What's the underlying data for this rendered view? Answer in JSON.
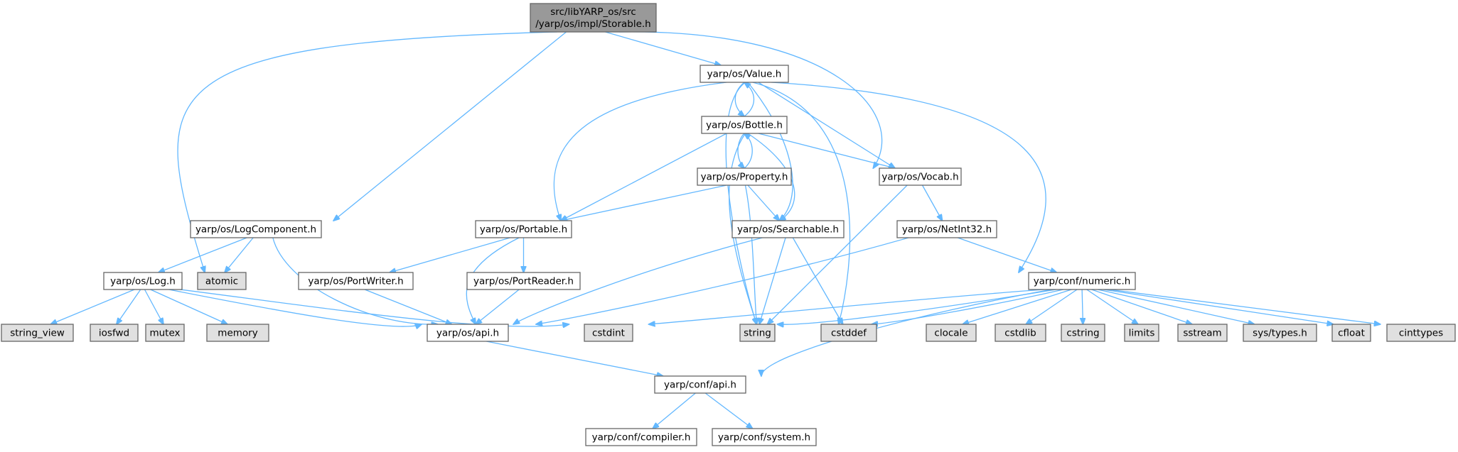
{
  "colors": {
    "root_fill": "#999999",
    "normal_fill": "#ffffff",
    "system_fill": "#e0e0e0",
    "border": "#666666",
    "edge": "#63b8ff"
  },
  "nodes": [
    {
      "id": "root",
      "lines": [
        "src/libYARP_os/src",
        "/yarp/os/impl/Storable.h"
      ],
      "kind": "root"
    },
    {
      "id": "value",
      "lines": [
        "yarp/os/Value.h"
      ],
      "kind": "normal"
    },
    {
      "id": "bottle",
      "lines": [
        "yarp/os/Bottle.h"
      ],
      "kind": "normal"
    },
    {
      "id": "property",
      "lines": [
        "yarp/os/Property.h"
      ],
      "kind": "normal"
    },
    {
      "id": "vocab",
      "lines": [
        "yarp/os/Vocab.h"
      ],
      "kind": "normal"
    },
    {
      "id": "logcomponent",
      "lines": [
        "yarp/os/LogComponent.h"
      ],
      "kind": "normal"
    },
    {
      "id": "portable",
      "lines": [
        "yarp/os/Portable.h"
      ],
      "kind": "normal"
    },
    {
      "id": "searchable",
      "lines": [
        "yarp/os/Searchable.h"
      ],
      "kind": "normal"
    },
    {
      "id": "netint32",
      "lines": [
        "yarp/os/NetInt32.h"
      ],
      "kind": "normal"
    },
    {
      "id": "log",
      "lines": [
        "yarp/os/Log.h"
      ],
      "kind": "normal"
    },
    {
      "id": "atomic",
      "lines": [
        "atomic"
      ],
      "kind": "system"
    },
    {
      "id": "portwriter",
      "lines": [
        "yarp/os/PortWriter.h"
      ],
      "kind": "normal"
    },
    {
      "id": "portreader",
      "lines": [
        "yarp/os/PortReader.h"
      ],
      "kind": "normal"
    },
    {
      "id": "numeric",
      "lines": [
        "yarp/conf/numeric.h"
      ],
      "kind": "normal"
    },
    {
      "id": "string_view",
      "lines": [
        "string_view"
      ],
      "kind": "system"
    },
    {
      "id": "iosfwd",
      "lines": [
        "iosfwd"
      ],
      "kind": "system"
    },
    {
      "id": "mutex",
      "lines": [
        "mutex"
      ],
      "kind": "system"
    },
    {
      "id": "memory",
      "lines": [
        "memory"
      ],
      "kind": "system"
    },
    {
      "id": "osapi",
      "lines": [
        "yarp/os/api.h"
      ],
      "kind": "normal"
    },
    {
      "id": "cstdint",
      "lines": [
        "cstdint"
      ],
      "kind": "system"
    },
    {
      "id": "string",
      "lines": [
        "string"
      ],
      "kind": "system"
    },
    {
      "id": "cstddef",
      "lines": [
        "cstddef"
      ],
      "kind": "system"
    },
    {
      "id": "clocale",
      "lines": [
        "clocale"
      ],
      "kind": "system"
    },
    {
      "id": "cstdlib",
      "lines": [
        "cstdlib"
      ],
      "kind": "system"
    },
    {
      "id": "cstring",
      "lines": [
        "cstring"
      ],
      "kind": "system"
    },
    {
      "id": "limits",
      "lines": [
        "limits"
      ],
      "kind": "system"
    },
    {
      "id": "sstream",
      "lines": [
        "sstream"
      ],
      "kind": "system"
    },
    {
      "id": "systypes",
      "lines": [
        "sys/types.h"
      ],
      "kind": "system"
    },
    {
      "id": "cfloat",
      "lines": [
        "cfloat"
      ],
      "kind": "system"
    },
    {
      "id": "cinttypes",
      "lines": [
        "cinttypes"
      ],
      "kind": "system"
    },
    {
      "id": "confapi",
      "lines": [
        "yarp/conf/api.h"
      ],
      "kind": "normal"
    },
    {
      "id": "compiler",
      "lines": [
        "yarp/conf/compiler.h"
      ],
      "kind": "normal"
    },
    {
      "id": "system",
      "lines": [
        "yarp/conf/system.h"
      ],
      "kind": "normal"
    }
  ],
  "edges": [
    [
      "root",
      "value"
    ],
    [
      "root",
      "vocab"
    ],
    [
      "root",
      "logcomponent"
    ],
    [
      "root",
      "log"
    ],
    [
      "value",
      "bottle"
    ],
    [
      "value",
      "vocab"
    ],
    [
      "value",
      "portable"
    ],
    [
      "value",
      "searchable"
    ],
    [
      "value",
      "string"
    ],
    [
      "value",
      "cstddef"
    ],
    [
      "value",
      "numeric"
    ],
    [
      "bottle",
      "value"
    ],
    [
      "bottle",
      "property"
    ],
    [
      "bottle",
      "vocab"
    ],
    [
      "bottle",
      "portable"
    ],
    [
      "bottle",
      "searchable"
    ],
    [
      "bottle",
      "string"
    ],
    [
      "property",
      "bottle"
    ],
    [
      "property",
      "portable"
    ],
    [
      "property",
      "searchable"
    ],
    [
      "property",
      "string"
    ],
    [
      "vocab",
      "netint32"
    ],
    [
      "vocab",
      "string"
    ],
    [
      "logcomponent",
      "log"
    ],
    [
      "logcomponent",
      "atomic"
    ],
    [
      "logcomponent",
      "osapi"
    ],
    [
      "portable",
      "portwriter"
    ],
    [
      "portable",
      "portreader"
    ],
    [
      "portable",
      "osapi"
    ],
    [
      "searchable",
      "osapi"
    ],
    [
      "searchable",
      "string"
    ],
    [
      "searchable",
      "cstddef"
    ],
    [
      "netint32",
      "numeric"
    ],
    [
      "netint32",
      "osapi"
    ],
    [
      "log",
      "string_view"
    ],
    [
      "log",
      "iosfwd"
    ],
    [
      "log",
      "mutex"
    ],
    [
      "log",
      "memory"
    ],
    [
      "log",
      "osapi"
    ],
    [
      "log",
      "cstdint"
    ],
    [
      "portwriter",
      "osapi"
    ],
    [
      "portreader",
      "osapi"
    ],
    [
      "numeric",
      "cstdint"
    ],
    [
      "numeric",
      "string"
    ],
    [
      "numeric",
      "cstddef"
    ],
    [
      "numeric",
      "clocale"
    ],
    [
      "numeric",
      "cstdlib"
    ],
    [
      "numeric",
      "cstring"
    ],
    [
      "numeric",
      "limits"
    ],
    [
      "numeric",
      "sstream"
    ],
    [
      "numeric",
      "systypes"
    ],
    [
      "numeric",
      "cfloat"
    ],
    [
      "numeric",
      "cinttypes"
    ],
    [
      "numeric",
      "confapi"
    ],
    [
      "osapi",
      "confapi"
    ],
    [
      "confapi",
      "compiler"
    ],
    [
      "confapi",
      "system"
    ]
  ]
}
